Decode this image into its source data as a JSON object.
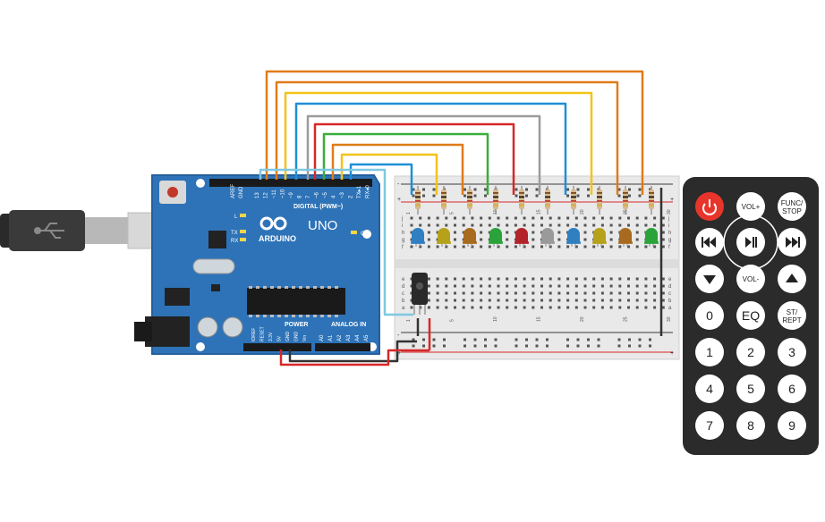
{
  "arduino": {
    "logo": "ARDUINO",
    "model": "UNO",
    "digital_header": "DIGITAL (PWM~)",
    "power_header": "POWER",
    "analog_header": "ANALOG IN",
    "aref": "AREF",
    "gnd": "GND",
    "pins_digital": [
      "13",
      "12",
      "~11",
      "~10",
      "~9",
      "8",
      "7",
      "~6",
      "~5",
      "4",
      "~3",
      "2",
      "TX▸1",
      "RX◂0"
    ],
    "pins_power": [
      "IOREF",
      "RESET",
      "3.3V",
      "5V",
      "GND",
      "GND",
      "Vin"
    ],
    "pins_analog": [
      "A0",
      "A1",
      "A2",
      "A3",
      "A4",
      "A5"
    ],
    "led_l": "L",
    "led_tx": "TX",
    "led_rx": "RX",
    "led_on": "ON"
  },
  "breadboard": {
    "rows_top": [
      "j",
      "i",
      "h",
      "g",
      "f"
    ],
    "rows_bottom": [
      "e",
      "d",
      "c",
      "b",
      "a"
    ],
    "plus": "+",
    "minus": "-",
    "col_numbers": [
      "1",
      "5",
      "10",
      "15",
      "20",
      "25",
      "30"
    ]
  },
  "leds": [
    {
      "color": "#2f7fc1"
    },
    {
      "color": "#b5a21a"
    },
    {
      "color": "#a86a1e"
    },
    {
      "color": "#2aa33a"
    },
    {
      "color": "#b5232a"
    },
    {
      "color": "#9a9a9a"
    },
    {
      "color": "#2f7fc1"
    },
    {
      "color": "#b5a21a"
    },
    {
      "color": "#a86a1e"
    },
    {
      "color": "#2aa33a"
    }
  ],
  "remote": {
    "buttons": [
      {
        "label": "power-icon",
        "kind": "icon"
      },
      {
        "label": "VOL+",
        "kind": "text"
      },
      {
        "label": "FUNC/\nSTOP",
        "kind": "text"
      },
      {
        "label": "rewind-icon",
        "kind": "icon"
      },
      {
        "label": "play-pause-icon",
        "kind": "icon"
      },
      {
        "label": "fast-forward-icon",
        "kind": "icon"
      },
      {
        "label": "down-icon",
        "kind": "icon"
      },
      {
        "label": "VOL-",
        "kind": "text"
      },
      {
        "label": "up-icon",
        "kind": "icon"
      },
      {
        "label": "0",
        "kind": "text"
      },
      {
        "label": "EQ",
        "kind": "text"
      },
      {
        "label": "ST/\nREPT",
        "kind": "text"
      },
      {
        "label": "1",
        "kind": "text"
      },
      {
        "label": "2",
        "kind": "text"
      },
      {
        "label": "3",
        "kind": "text"
      },
      {
        "label": "4",
        "kind": "text"
      },
      {
        "label": "5",
        "kind": "text"
      },
      {
        "label": "6",
        "kind": "text"
      },
      {
        "label": "7",
        "kind": "text"
      },
      {
        "label": "8",
        "kind": "text"
      },
      {
        "label": "9",
        "kind": "text"
      }
    ]
  },
  "colors": {
    "board": "#2e73b8",
    "wire_orange": "#e07b1a",
    "wire_yellow": "#f2c418",
    "wire_blue": "#1f8fd6",
    "wire_gray": "#9c9c9c",
    "wire_red": "#d62828",
    "wire_green": "#3aad3a",
    "wire_light_blue": "#7ec8e3",
    "remote_body": "#2b2b2b",
    "power_red": "#e8352b"
  }
}
